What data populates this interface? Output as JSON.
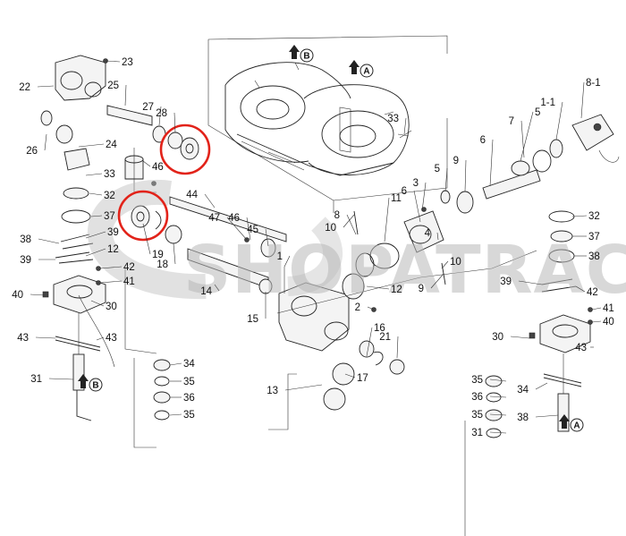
{
  "watermark": {
    "text": "SHOPATRAC",
    "color": "#bdbdbd"
  },
  "highlight_color": "#e2231a",
  "ref_marks": [
    "B",
    "A",
    "B",
    "A"
  ],
  "callouts": [
    "23",
    "22",
    "25",
    "27",
    "28",
    "24",
    "26",
    "33",
    "32",
    "37",
    "38",
    "39",
    "42",
    "41",
    "40",
    "30",
    "43",
    "43",
    "31",
    "46",
    "47",
    "44",
    "46",
    "45",
    "18",
    "19",
    "14",
    "15",
    "1",
    "34",
    "35",
    "36",
    "35",
    "13",
    "17",
    "16",
    "21",
    "2",
    "12",
    "10",
    "9",
    "8",
    "11",
    "3",
    "6",
    "5",
    "9",
    "10",
    "4",
    "6",
    "5",
    "7",
    "1-1",
    "8-1",
    "33",
    "32",
    "37",
    "38",
    "39",
    "42",
    "41",
    "40",
    "30",
    "43",
    "34",
    "35",
    "36",
    "35",
    "31",
    "38",
    "39",
    "12"
  ]
}
